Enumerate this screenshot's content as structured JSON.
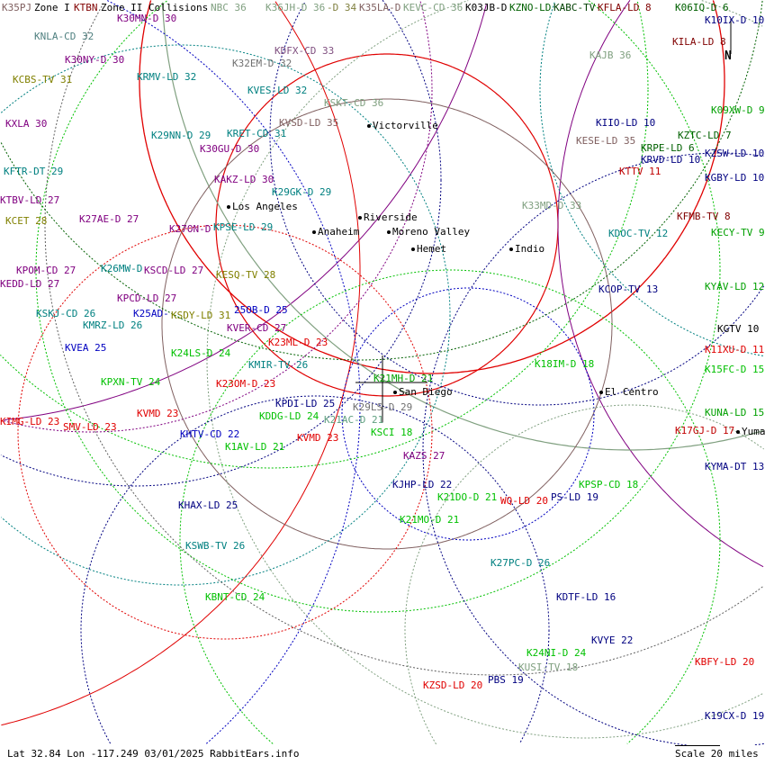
{
  "header": {
    "zone1": "Zone I",
    "zone2": "Zone II Collisions"
  },
  "compass": {
    "north": "N"
  },
  "footer": {
    "coords": "Lat 32.84 Lon -117.249 03/01/2025 RabbitEars.info",
    "scale": "Scale 20 miles"
  },
  "colors": {
    "purple": "#800080",
    "teal": "#008080",
    "olive": "#808000",
    "green": "#00c000",
    "navy": "#000080",
    "blue": "#0000c0",
    "red": "#e00000",
    "darkred": "#800000",
    "graygreen": "#80a080",
    "darkgreen": "#006000",
    "brown": "#806060",
    "gray": "#606060"
  },
  "cities": [
    {
      "name": "Victorville"
    },
    {
      "name": "Los Angeles"
    },
    {
      "name": "Riverside"
    },
    {
      "name": "Moreno Valley"
    },
    {
      "name": "Anaheim"
    },
    {
      "name": "Hemet"
    },
    {
      "name": "Indio"
    },
    {
      "name": "San Diego"
    },
    {
      "name": "El Centro"
    },
    {
      "name": "Yuma"
    }
  ],
  "map": {
    "labels": [
      {
        "text": "K35PJ",
        "color": "#806060"
      },
      {
        "text": "KTBN",
        "color": "#800000"
      },
      {
        "text": "NBC 36",
        "color": "#80a080"
      },
      {
        "text": "K30MN-D 30",
        "color": "#800080"
      },
      {
        "text": "KNLA-CD 32",
        "color": "#508080"
      },
      {
        "text": "K36JH-D 36",
        "color": "#80a080"
      },
      {
        "text": "-D 34",
        "color": "#808040"
      },
      {
        "text": "K35LA-D",
        "color": "#806060"
      },
      {
        "text": "KEVC-CD 36",
        "color": "#80a080"
      },
      {
        "text": "K03JB-D",
        "color": "#000000"
      },
      {
        "text": "KZNO-LD",
        "color": "#006000"
      },
      {
        "text": "KABC-TV",
        "color": "#004000"
      },
      {
        "text": "KFLA-LD 8",
        "color": "#800000"
      },
      {
        "text": "K06IQ-D 6",
        "color": "#006000"
      },
      {
        "text": "K10IX-D 10",
        "color": "#000080"
      },
      {
        "text": "KILA-LD 8",
        "color": "#800000"
      },
      {
        "text": "KDFX-CD 33",
        "color": "#805080"
      },
      {
        "text": "K32EM-D 32",
        "color": "#707070"
      },
      {
        "text": "K30NY-D 30",
        "color": "#800080"
      },
      {
        "text": "KAJB 36",
        "color": "#80a080"
      },
      {
        "text": "KCBS-TV 31",
        "color": "#808000"
      },
      {
        "text": "KRMV-LD 32",
        "color": "#008080"
      },
      {
        "text": "KVES-LD 32",
        "color": "#008080"
      },
      {
        "text": "KSKT-CD 36",
        "color": "#80a080"
      },
      {
        "text": "K09XW-D 9",
        "color": "#00a000"
      },
      {
        "text": "KXLA 30",
        "color": "#800080"
      },
      {
        "text": "KVSD-LD 35",
        "color": "#806060"
      },
      {
        "text": "KIIO-LD 10",
        "color": "#000080"
      },
      {
        "text": "KZTC-LD 7",
        "color": "#006000"
      },
      {
        "text": "KRPE-LD 6",
        "color": "#006000"
      },
      {
        "text": "KZSW-LD 10",
        "color": "#000080"
      },
      {
        "text": "KRVD-LD 10",
        "color": "#000080"
      },
      {
        "text": "KRET-CD 31",
        "color": "#008080"
      },
      {
        "text": "K29NN-D 29",
        "color": "#008080"
      },
      {
        "text": "K30GU-D 30",
        "color": "#800080"
      },
      {
        "text": "KESE-LD 35",
        "color": "#806060"
      },
      {
        "text": "KTTV 11",
        "color": "#c00000"
      },
      {
        "text": "KFTR-DT 29",
        "color": "#008080"
      },
      {
        "text": "KAKZ-LD 30",
        "color": "#800080"
      },
      {
        "text": "KGBY-LD 10",
        "color": "#000080"
      },
      {
        "text": "K29GK-D 29",
        "color": "#008080"
      },
      {
        "text": "KTBV-LD 27",
        "color": "#800080"
      },
      {
        "text": "K33MD-D 33",
        "color": "#80a080"
      },
      {
        "text": "KCET 28",
        "color": "#808000"
      },
      {
        "text": "K27AE-D 27",
        "color": "#800080"
      },
      {
        "text": "KFMB-TV 8",
        "color": "#800000"
      },
      {
        "text": "K27ON-D",
        "color": "#800080"
      },
      {
        "text": "KPSE-LD 29",
        "color": "#008080"
      },
      {
        "text": "KDOC-TV 12",
        "color": "#008080"
      },
      {
        "text": "KECY-TV 9",
        "color": "#00a000"
      },
      {
        "text": "KPOM-CD 27",
        "color": "#800080"
      },
      {
        "text": "K26MW-D",
        "color": "#008080"
      },
      {
        "text": "KSCD-LD 27",
        "color": "#800080"
      },
      {
        "text": "KESQ-TV 28",
        "color": "#808000"
      },
      {
        "text": "KEDD-LD 27",
        "color": "#800080"
      },
      {
        "text": "KYAV-LD 12",
        "color": "#00a000"
      },
      {
        "text": "KCOP-TV 13",
        "color": "#000080"
      },
      {
        "text": "KPCD-LD 27",
        "color": "#800080"
      },
      {
        "text": "KSKJ-CD 26",
        "color": "#008080"
      },
      {
        "text": "K25AD-",
        "color": "#0000c0"
      },
      {
        "text": "KSDY-LD 31",
        "color": "#808000"
      },
      {
        "text": "25OB-D 25",
        "color": "#0000c0"
      },
      {
        "text": "KMRZ-LD 26",
        "color": "#008080"
      },
      {
        "text": "KVER-CD 27",
        "color": "#800080"
      },
      {
        "text": "KGTV 10",
        "color": "#000000"
      },
      {
        "text": "K23ML-D 23",
        "color": "#e00000"
      },
      {
        "text": "KVEA 25",
        "color": "#0000c0"
      },
      {
        "text": "K11XU-D 11",
        "color": "#e00000"
      },
      {
        "text": "K24LS-D 24",
        "color": "#00c000"
      },
      {
        "text": "KMIR-TV 26",
        "color": "#008080"
      },
      {
        "text": "K18IM-D 18",
        "color": "#00c000"
      },
      {
        "text": "K15FC-D 15",
        "color": "#00c000"
      },
      {
        "text": "KPXN-TV 24",
        "color": "#00c000"
      },
      {
        "text": "K23OM-D 23",
        "color": "#e00000"
      },
      {
        "text": "K21MH-D 21",
        "color": "#00a000"
      },
      {
        "text": "KPDI-LD 25",
        "color": "#000080"
      },
      {
        "text": "KDDG-LD 24",
        "color": "#00c000"
      },
      {
        "text": "KUNA-LD 15",
        "color": "#00a000"
      },
      {
        "text": "KVMD 23",
        "color": "#e00000"
      },
      {
        "text": "K21AC-D 21",
        "color": "#60a080"
      },
      {
        "text": "K29LS-D 29",
        "color": "#707070"
      },
      {
        "text": "KIMG-LD 23",
        "color": "#e00000"
      },
      {
        "text": "SMV-LD 23",
        "color": "#e00000"
      },
      {
        "text": "KSCI 18",
        "color": "#00c000"
      },
      {
        "text": "K17GJ-D 17",
        "color": "#c00000"
      },
      {
        "text": "KHTV-CD 22",
        "color": "#0000c0"
      },
      {
        "text": "KVMD 23",
        "color": "#e00000"
      },
      {
        "text": "K1AV-LD 21",
        "color": "#00c000"
      },
      {
        "text": "KAZS 27",
        "color": "#800080"
      },
      {
        "text": "KYMA-DT 13",
        "color": "#000080"
      },
      {
        "text": "KJHP-LD 22",
        "color": "#000080"
      },
      {
        "text": "KPSP-CD 18",
        "color": "#00c000"
      },
      {
        "text": "K21DO-D 21",
        "color": "#00c000"
      },
      {
        "text": "WQ-LD 20",
        "color": "#e00000"
      },
      {
        "text": "PS-LD 19",
        "color": "#000080"
      },
      {
        "text": "KHAX-LD 25",
        "color": "#000080"
      },
      {
        "text": "K21MO-D 21",
        "color": "#00c000"
      },
      {
        "text": "KSWB-TV 26",
        "color": "#008080"
      },
      {
        "text": "K27PC-D 26",
        "color": "#008080"
      },
      {
        "text": "KBNT-CD 24",
        "color": "#00c000"
      },
      {
        "text": "KDTF-LD 16",
        "color": "#000080"
      },
      {
        "text": "KVYE 22",
        "color": "#000080"
      },
      {
        "text": "K24NI-D 24",
        "color": "#00c000"
      },
      {
        "text": "KBFY-LD 20",
        "color": "#e00000"
      },
      {
        "text": "KUSI-TV 18",
        "color": "#80a080"
      },
      {
        "text": "PBS 19",
        "color": "#000080"
      },
      {
        "text": "KZSD-LD 20",
        "color": "#e00000"
      },
      {
        "text": "K19CX-D 19",
        "color": "#000080"
      }
    ]
  }
}
